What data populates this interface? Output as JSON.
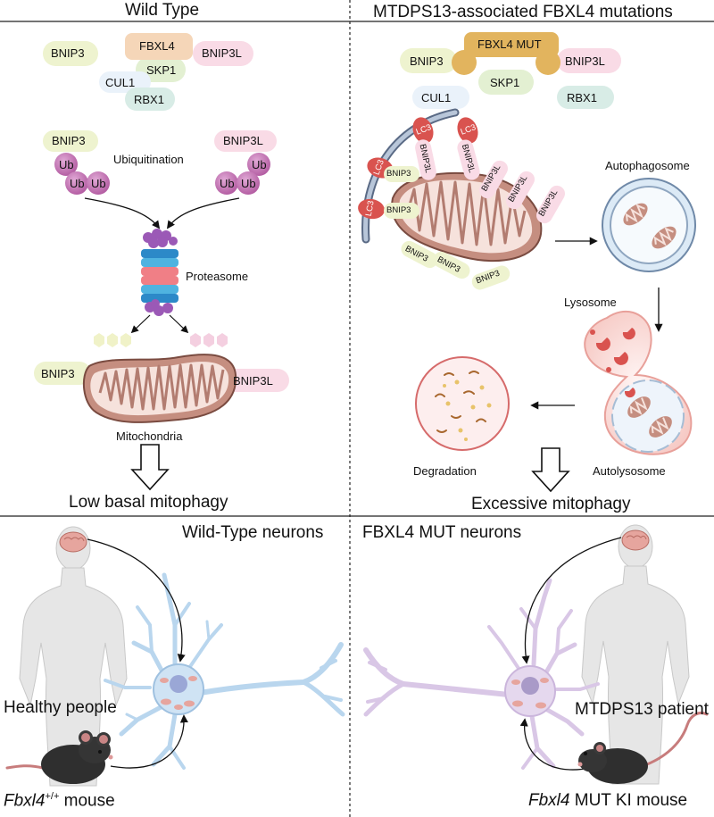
{
  "headers": {
    "left": "Wild Type",
    "right": "MTDPS13-associated FBXL4 mutations"
  },
  "wild_type": {
    "complex": {
      "fbxl4": "FBXL4",
      "bnip3": "BNIP3",
      "bnip3l": "BNIP3L",
      "skp1": "SKP1",
      "cul1": "CUL1",
      "rbx1": "RBX1"
    },
    "bnip3_label": "BNIP3",
    "bnip3l_label": "BNIP3L",
    "ub": "Ub",
    "ubiquitination": "Ubiquitination",
    "proteasome": "Proteasome",
    "mito_bnip3": "BNIP3",
    "mito_bnip3l": "BNIP3L",
    "mitochondria": "Mitochondria",
    "outcome": "Low basal mitophagy"
  },
  "mutant": {
    "complex": {
      "fbxl4": "FBXL4 MUT",
      "bnip3": "BNIP3",
      "bnip3l": "BNIP3L",
      "skp1": "SKP1",
      "cul1": "CUL1",
      "rbx1": "RBX1"
    },
    "lc3": "LC3",
    "bnip3": "BNIP3",
    "bnip3l": "BNIP3L",
    "autophagosome": "Autophagosome",
    "lysosome": "Lysosome",
    "autolysosome": "Autolysosome",
    "degradation": "Degradation",
    "outcome": "Excessive mitophagy"
  },
  "bottom": {
    "wt_neurons": "Wild-Type neurons",
    "mut_neurons": "FBXL4 MUT neurons",
    "healthy": "Healthy people",
    "patient": "MTDPS13 patient",
    "wt_mouse_gene": "Fbxl4",
    "wt_mouse_sup": "+/+",
    "wt_mouse_word": "mouse",
    "mut_mouse_gene": "Fbxl4",
    "mut_mouse_rest": "MUT KI mouse"
  },
  "colors": {
    "bnip3": "#eef3cf",
    "bnip3l": "#f9dbe6",
    "fbxl4": "#f5d6b8",
    "fbxl4_mut": "#e2b45e",
    "skp1": "#e3f0d2",
    "cul1": "#eaf2fa",
    "rbx1": "#d8ece6",
    "ub": "#c26fb0",
    "lc3": "#d9534f",
    "mito": "#b9776a",
    "neuron_wt": "#b9d6ee",
    "neuron_mut": "#d9c7e6"
  }
}
